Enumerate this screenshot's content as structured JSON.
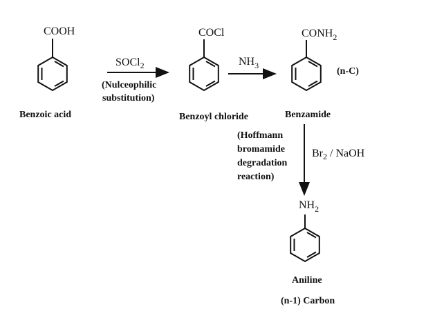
{
  "benzoic_acid": {
    "group": "COOH",
    "name": "Benzoic acid"
  },
  "step1": {
    "reagent": "SOCl",
    "reagent_sub": "2",
    "note_line1": "(Nulceophilic",
    "note_line2": "substitution)"
  },
  "benzoyl_chloride": {
    "group": "COCl",
    "name": "Benzoyl chloride"
  },
  "step2": {
    "reagent": "NH",
    "reagent_sub": "3"
  },
  "benzamide": {
    "group": "CONH",
    "group_sub": "2",
    "carbon_note": "(n-C)",
    "name": "Benzamide"
  },
  "step3": {
    "reagent_a": "Br",
    "reagent_a_sub": "2",
    "reagent_b": " / NaOH",
    "note_lines": [
      "(Hoffmann",
      "bromamide",
      "degradation",
      "reaction)"
    ]
  },
  "aniline": {
    "group": "NH",
    "group_sub": "2",
    "name": "Aniline",
    "carbon_note": "(n-1) Carbon"
  },
  "colors": {
    "ink": "#111111",
    "background": "#ffffff"
  }
}
